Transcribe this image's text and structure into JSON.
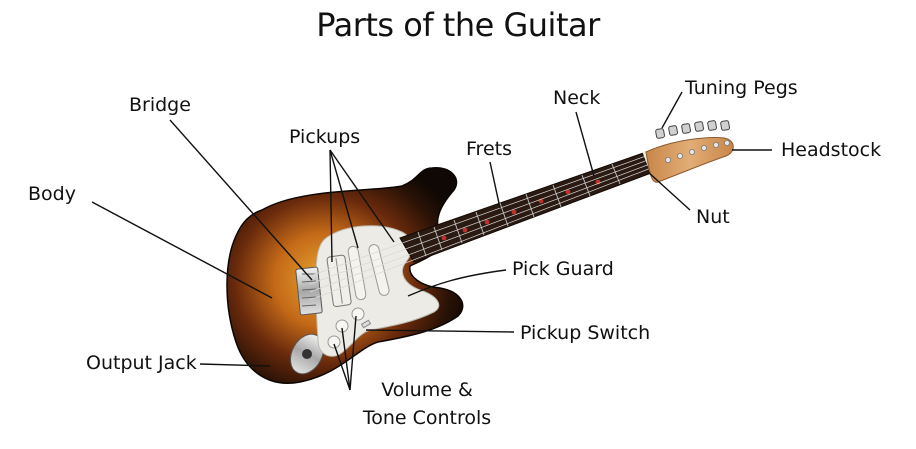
{
  "title": "Parts of the Guitar",
  "labels": {
    "tuning_pegs": "Tuning Pegs",
    "neck": "Neck",
    "bridge": "Bridge",
    "headstock": "Headstock",
    "pickups": "Pickups",
    "frets": "Frets",
    "body": "Body",
    "nut": "Nut",
    "pick_guard": "Pick Guard",
    "pickup_switch": "Pickup Switch",
    "output_jack": "Output Jack",
    "controls_line1": "Volume &",
    "controls_line2": "Tone Controls"
  },
  "colors": {
    "sunburst_dark": "#1a0d06",
    "sunburst_mid": "#7a3a10",
    "sunburst_center": "#e0a030",
    "pickguard": "#ecebe6",
    "fretboard": "#2a1a12",
    "maple": "#d9a066",
    "fret_dots": "#c0302a",
    "chrome": "#c8c8c8"
  }
}
